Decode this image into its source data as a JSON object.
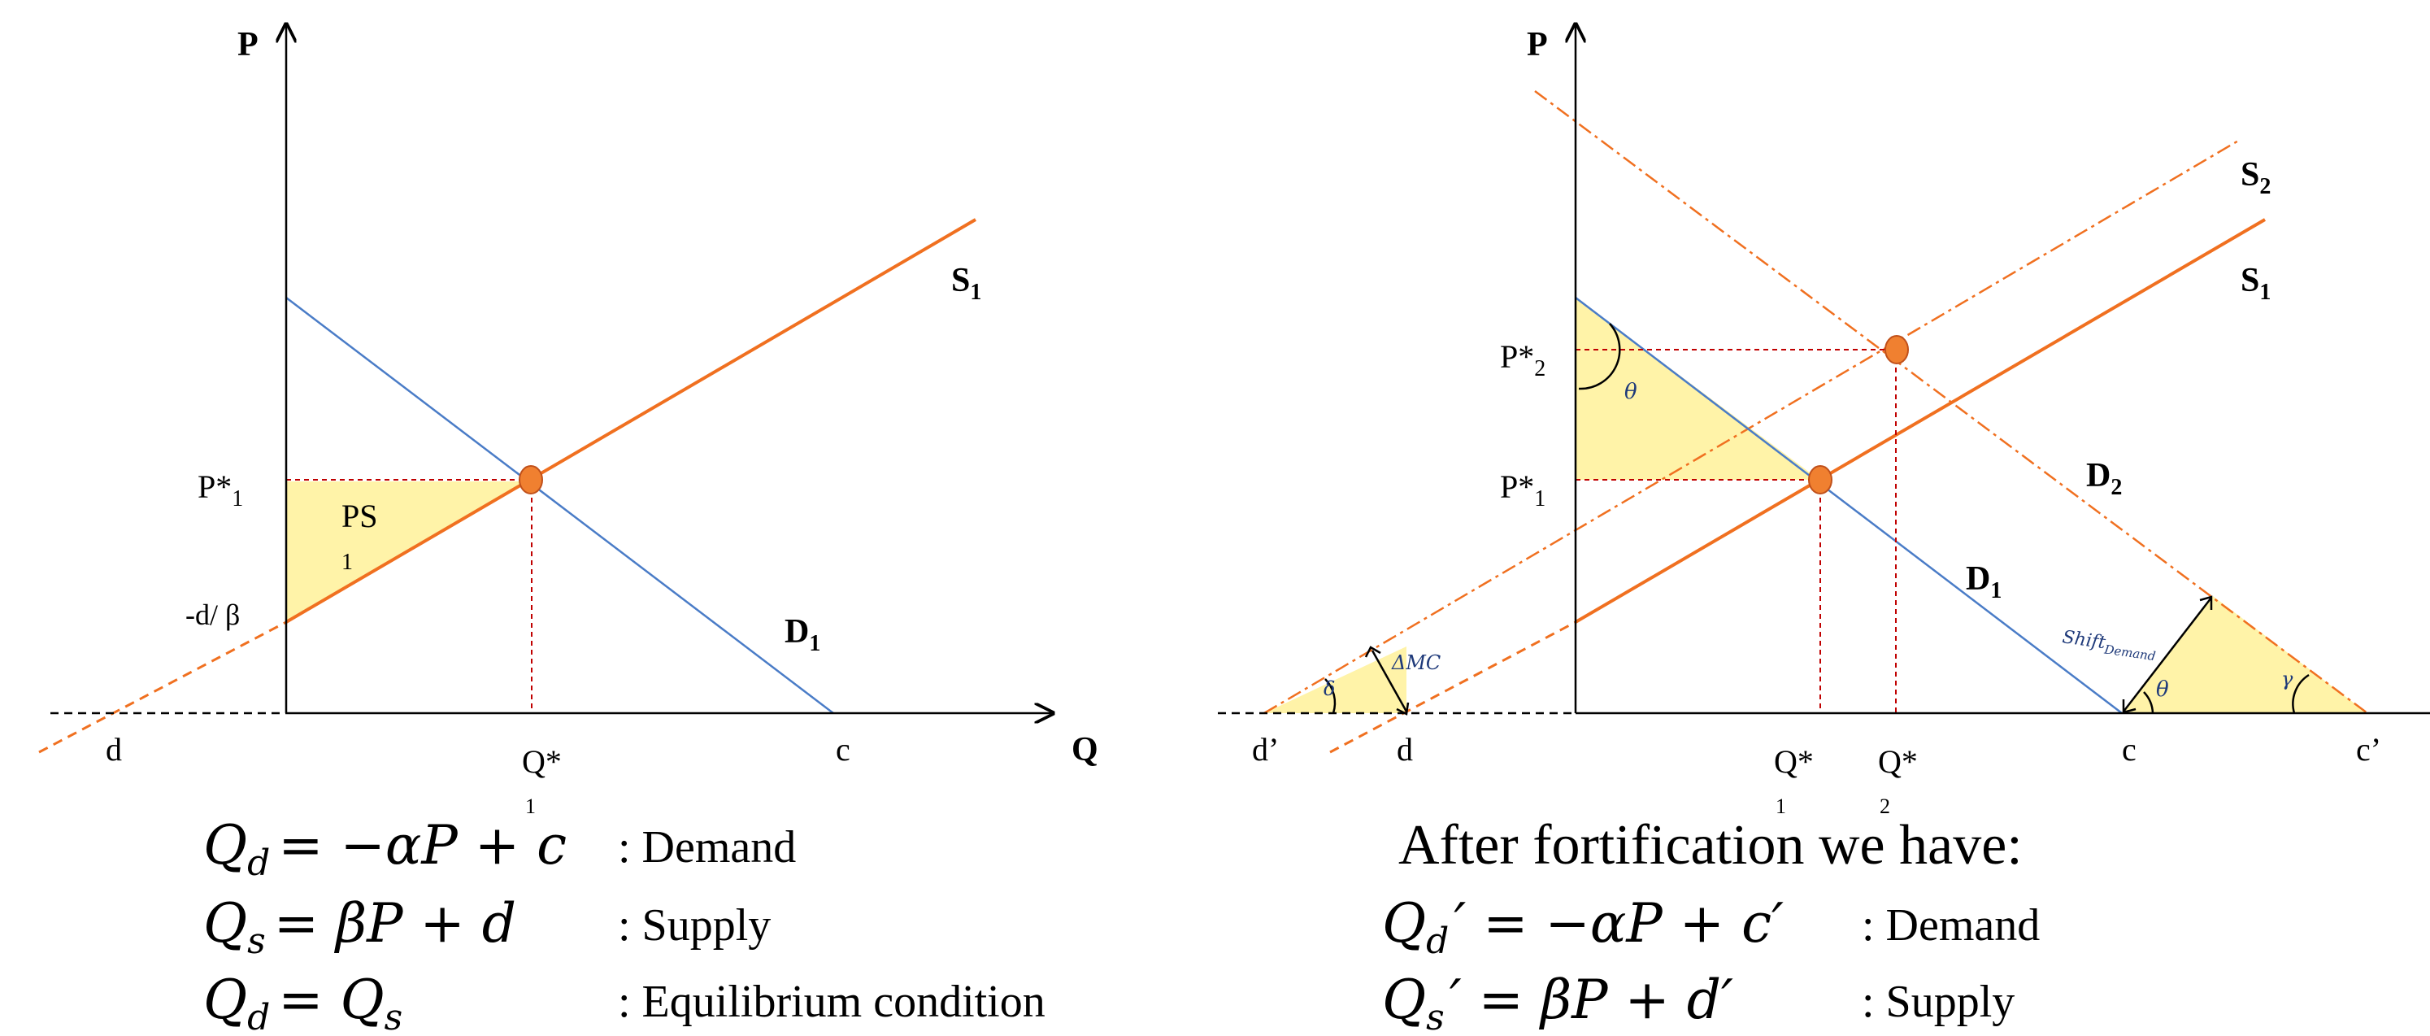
{
  "colors": {
    "supply": "#f07020",
    "demand": "#4a7cc7",
    "surplus_fill": "#fff3a8",
    "guide": "#c00000",
    "axis": "#000000",
    "point": "#f08030"
  },
  "left_panel": {
    "y_axis": "P",
    "x_axis": "Q",
    "supply_label": "S",
    "supply_sub": "1",
    "demand_label": "D",
    "demand_sub": "1",
    "price_label": "P*",
    "price_sub": "1",
    "intercept_label": "-d/ β",
    "surplus_label": "PS",
    "surplus_sub": "1",
    "x_d": "d",
    "x_q": "Q*",
    "x_q_sub": "1",
    "x_c": "c"
  },
  "right_panel": {
    "y_axis": "P",
    "supply1_label": "S",
    "supply1_sub": "1",
    "supply2_label": "S",
    "supply2_sub": "2",
    "demand1_label": "D",
    "demand1_sub": "1",
    "demand2_label": "D",
    "demand2_sub": "2",
    "price1_label": "P*",
    "price1_sub": "1",
    "price2_label": "P*",
    "price2_sub": "2",
    "theta": "θ",
    "delta": "δ",
    "gamma": "γ",
    "delta_mc": "ΔMC",
    "shift_label": "Shift",
    "shift_sub": "Demand",
    "x_dprime": "d’",
    "x_d": "d",
    "x_q1": "Q*",
    "x_q1_sub": "1",
    "x_q2": "Q*",
    "x_q2_sub": "2",
    "x_c": "c",
    "x_cprime": "c’"
  },
  "equations_left": [
    {
      "lhs": "Q",
      "lhs_sub": "d",
      "rhs": "= −αP + c",
      "desc": ":  Demand"
    },
    {
      "lhs": "Q",
      "lhs_sub": "s",
      "rhs": "= βP + d",
      "desc": ":  Supply"
    },
    {
      "lhs": "Q",
      "lhs_sub": "d",
      "rhs": "= Q",
      "rhs_sub": "s",
      "desc": ":  Equilibrium condition"
    }
  ],
  "after_heading": "After  fortification we have:",
  "equations_right": [
    {
      "lhs": "Q",
      "lhs_sub": "d",
      "rhs": "′ = −αP + c′",
      "desc": ":  Demand"
    },
    {
      "lhs": "Q",
      "lhs_sub": "s",
      "rhs": "′ = βP + d′",
      "desc": ":  Supply"
    }
  ]
}
